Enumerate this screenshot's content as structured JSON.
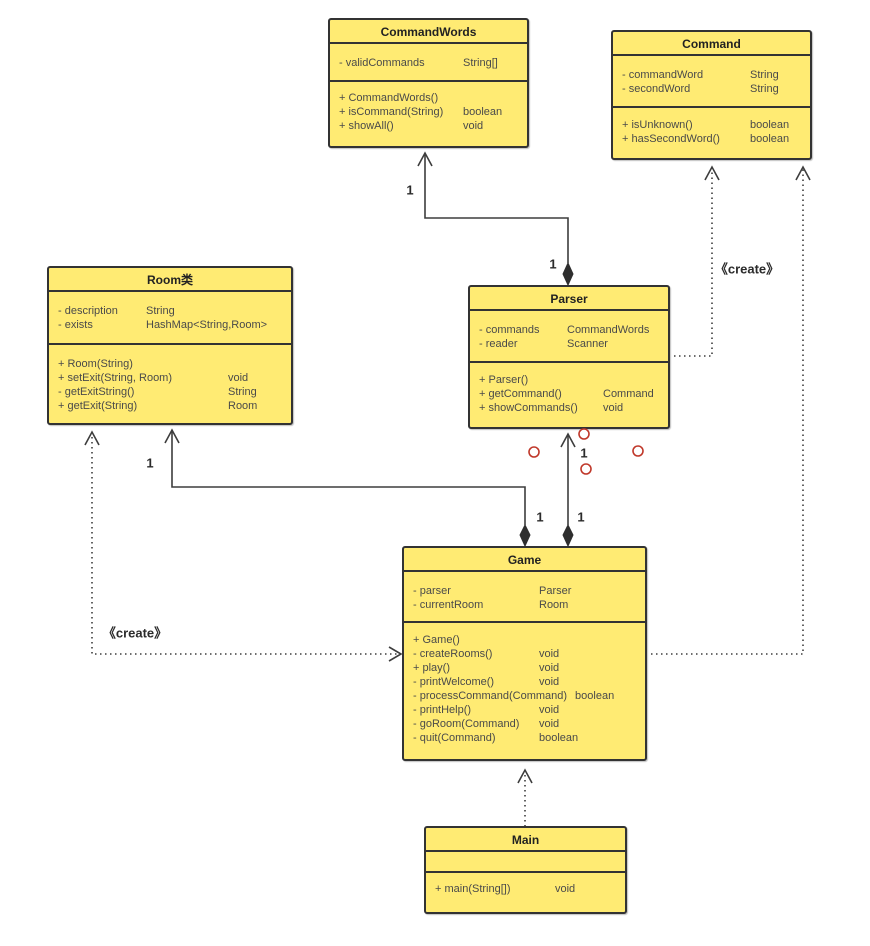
{
  "diagram": {
    "classes": {
      "command_words": {
        "title": "CommandWords",
        "attributes": [
          {
            "name": "- validCommands",
            "type": "String[]"
          }
        ],
        "methods": [
          {
            "name": "+ CommandWords()",
            "type": ""
          },
          {
            "name": "+ isCommand(String)",
            "type": "boolean"
          },
          {
            "name": "+ showAll()",
            "type": "void"
          }
        ]
      },
      "command": {
        "title": "Command",
        "attributes": [
          {
            "name": "- commandWord",
            "type": "String"
          },
          {
            "name": "- secondWord",
            "type": "String"
          }
        ],
        "methods": [
          {
            "name": "+ isUnknown()",
            "type": "boolean"
          },
          {
            "name": "+ hasSecondWord()",
            "type": "boolean"
          }
        ]
      },
      "room": {
        "title": "Room类",
        "attributes": [
          {
            "name": "- description",
            "type": "String"
          },
          {
            "name": "- exists",
            "type": "HashMap<String,Room>"
          }
        ],
        "methods": [
          {
            "name": "+ Room(String)",
            "type": ""
          },
          {
            "name": "+ setExit(String, Room)",
            "type": "void"
          },
          {
            "name": "- getExitString()",
            "type": "String"
          },
          {
            "name": "+ getExit(String)",
            "type": "Room"
          }
        ]
      },
      "parser": {
        "title": "Parser",
        "attributes": [
          {
            "name": "- commands",
            "type": "CommandWords"
          },
          {
            "name": "- reader",
            "type": "Scanner"
          }
        ],
        "methods": [
          {
            "name": "+ Parser()",
            "type": ""
          },
          {
            "name": "+ getCommand()",
            "type": "Command"
          },
          {
            "name": "+ showCommands()",
            "type": "void"
          }
        ]
      },
      "game": {
        "title": "Game",
        "attributes": [
          {
            "name": "- parser",
            "type": "Parser"
          },
          {
            "name": "- currentRoom",
            "type": "Room"
          }
        ],
        "methods": [
          {
            "name": "+ Game()",
            "type": ""
          },
          {
            "name": "- createRooms()",
            "type": "void"
          },
          {
            "name": "+ play()",
            "type": "void"
          },
          {
            "name": "- printWelcome()",
            "type": "void"
          },
          {
            "name": "- processCommand(Command)",
            "type": "boolean"
          },
          {
            "name": "- printHelp()",
            "type": "void"
          },
          {
            "name": "- goRoom(Command)",
            "type": "void"
          },
          {
            "name": "- quit(Command)",
            "type": "boolean"
          }
        ]
      },
      "main": {
        "title": "Main",
        "attributes": [],
        "methods": [
          {
            "name": "+ main(String[])",
            "type": "void"
          }
        ]
      }
    },
    "labels": {
      "multiplicities": [
        "1",
        "1",
        "1",
        "1",
        "1",
        "1"
      ],
      "create_left": "《create》",
      "create_right": "《create》"
    },
    "relationships": [
      {
        "from": "Parser",
        "to": "CommandWords",
        "type": "composition",
        "source_multiplicity": "1",
        "target_multiplicity": "1"
      },
      {
        "from": "Game",
        "to": "Room类",
        "type": "composition",
        "source_multiplicity": "1",
        "target_multiplicity": "1"
      },
      {
        "from": "Game",
        "to": "Parser",
        "type": "composition",
        "source_multiplicity": "1",
        "target_multiplicity": "1"
      },
      {
        "from": "Parser",
        "to": "Command",
        "type": "dependency",
        "stereotype": "《create》"
      },
      {
        "from": "Game",
        "to": "Command",
        "type": "dependency",
        "stereotype": "《create》"
      },
      {
        "from": "Game",
        "to": "Room类",
        "type": "dependency",
        "stereotype": "《create》"
      },
      {
        "from": "Main",
        "to": "Game",
        "type": "dependency"
      }
    ],
    "colors": {
      "class_fill": "#ffeb73",
      "class_border": "#333333",
      "line": "#3d3d3d",
      "text": "#4a4a4a",
      "title_text": "#222222",
      "label_text": "#2b2b2b",
      "connection_point": "#c0392b"
    }
  }
}
